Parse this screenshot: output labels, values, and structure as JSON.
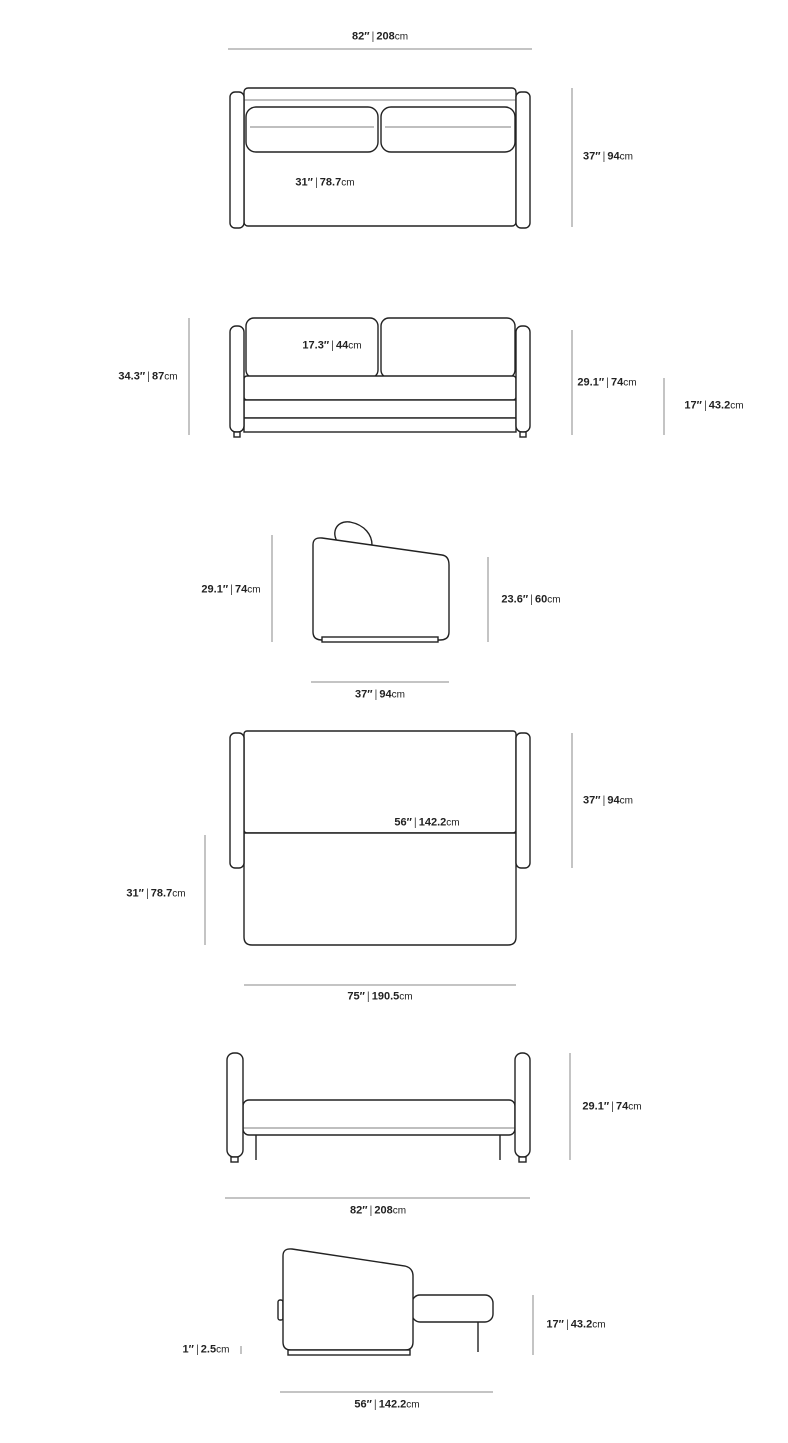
{
  "separator": "|",
  "unit": "cm",
  "views": [
    {
      "name": "top-closed",
      "labels": [
        {
          "inch": "82″",
          "cm": "208"
        },
        {
          "inch": "37″",
          "cm": "94"
        },
        {
          "inch": "31″",
          "cm": "78.7"
        }
      ]
    },
    {
      "name": "front-closed",
      "labels": [
        {
          "inch": "17.3″",
          "cm": "44"
        },
        {
          "inch": "34.3″",
          "cm": "87"
        },
        {
          "inch": "29.1″",
          "cm": "74"
        },
        {
          "inch": "17″",
          "cm": "43.2"
        }
      ]
    },
    {
      "name": "side-closed",
      "labels": [
        {
          "inch": "29.1″",
          "cm": "74"
        },
        {
          "inch": "23.6″",
          "cm": "60"
        },
        {
          "inch": "37″",
          "cm": "94"
        }
      ]
    },
    {
      "name": "top-open",
      "labels": [
        {
          "inch": "37″",
          "cm": "94"
        },
        {
          "inch": "56″",
          "cm": "142.2"
        },
        {
          "inch": "31″",
          "cm": "78.7"
        },
        {
          "inch": "75″",
          "cm": "190.5"
        }
      ]
    },
    {
      "name": "front-open",
      "labels": [
        {
          "inch": "29.1″",
          "cm": "74"
        },
        {
          "inch": "82″",
          "cm": "208"
        }
      ]
    },
    {
      "name": "side-open",
      "labels": [
        {
          "inch": "17″",
          "cm": "43.2"
        },
        {
          "inch": "1″",
          "cm": "2.5"
        },
        {
          "inch": "56″",
          "cm": "142.2"
        }
      ]
    }
  ]
}
